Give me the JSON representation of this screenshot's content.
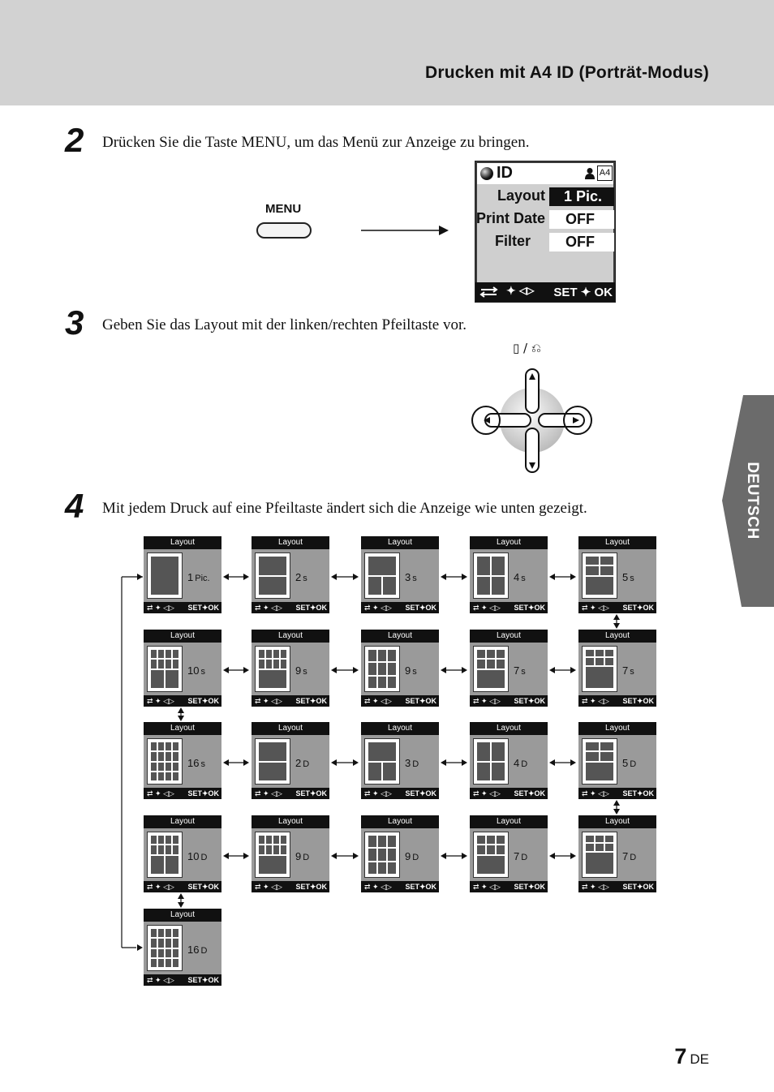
{
  "header": {
    "title": "Drucken mit A4 ID (Porträt-Modus)"
  },
  "steps": [
    {
      "number": "2",
      "text": "Drücken Sie die Taste MENU, um das Menü zur Anzeige zu bringen."
    },
    {
      "number": "3",
      "text": "Geben Sie das Layout mit der linken/rechten Pfeiltaste vor."
    },
    {
      "number": "4",
      "text": "Mit jedem Druck auf eine Pfeiltaste ändert sich die Anzeige wie unten gezeigt."
    }
  ],
  "menu_button": {
    "label": "MENU"
  },
  "lcd": {
    "title": "ID",
    "badge": "A4",
    "rows": [
      {
        "label": "Layout",
        "value": "1 Pic."
      },
      {
        "label": "Print Date",
        "value": "OFF"
      },
      {
        "label": "Filter",
        "value": "OFF"
      }
    ],
    "footer_right": "SET ✦ OK"
  },
  "dpad": {
    "label": "▯ / ⎌"
  },
  "side_tab": {
    "label": "DEUTSCH"
  },
  "page": {
    "number": "7",
    "lang": "DE"
  },
  "layouts": {
    "title": "Layout",
    "footer_right": "SET✦OK",
    "items": [
      {
        "count": "1",
        "suffix": "Pic."
      },
      {
        "count": "2",
        "suffix": "s"
      },
      {
        "count": "3",
        "suffix": "s"
      },
      {
        "count": "4",
        "suffix": "s"
      },
      {
        "count": "5",
        "suffix": "s"
      },
      {
        "count": "10",
        "suffix": "s"
      },
      {
        "count": "9",
        "suffix": "s"
      },
      {
        "count": "9",
        "suffix": "s"
      },
      {
        "count": "7",
        "suffix": "s"
      },
      {
        "count": "7",
        "suffix": "s"
      },
      {
        "count": "16",
        "suffix": "s"
      },
      {
        "count": "2",
        "suffix": "D"
      },
      {
        "count": "3",
        "suffix": "D"
      },
      {
        "count": "4",
        "suffix": "D"
      },
      {
        "count": "5",
        "suffix": "D"
      },
      {
        "count": "10",
        "suffix": "D"
      },
      {
        "count": "9",
        "suffix": "D"
      },
      {
        "count": "9",
        "suffix": "D"
      },
      {
        "count": "7",
        "suffix": "D"
      },
      {
        "count": "7",
        "suffix": "D"
      },
      {
        "count": "16",
        "suffix": "D"
      }
    ]
  }
}
